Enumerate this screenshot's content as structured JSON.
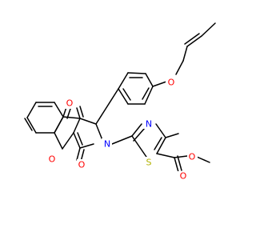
{
  "molecule": {
    "atoms": {
      "O_ketone": "O",
      "O_imide": "O",
      "O_chromone": "O",
      "O_ether": "O",
      "N_lactam": "N",
      "N_thiazole": "N",
      "S_thiazole": "S",
      "O_ester_carbonyl": "O",
      "O_ester_alkoxy": "O"
    },
    "colors": {
      "oxygen": "#ff0000",
      "nitrogen": "#0000ff",
      "sulfur": "#b2b200",
      "bond": "#000000",
      "background": "#ffffff"
    }
  }
}
